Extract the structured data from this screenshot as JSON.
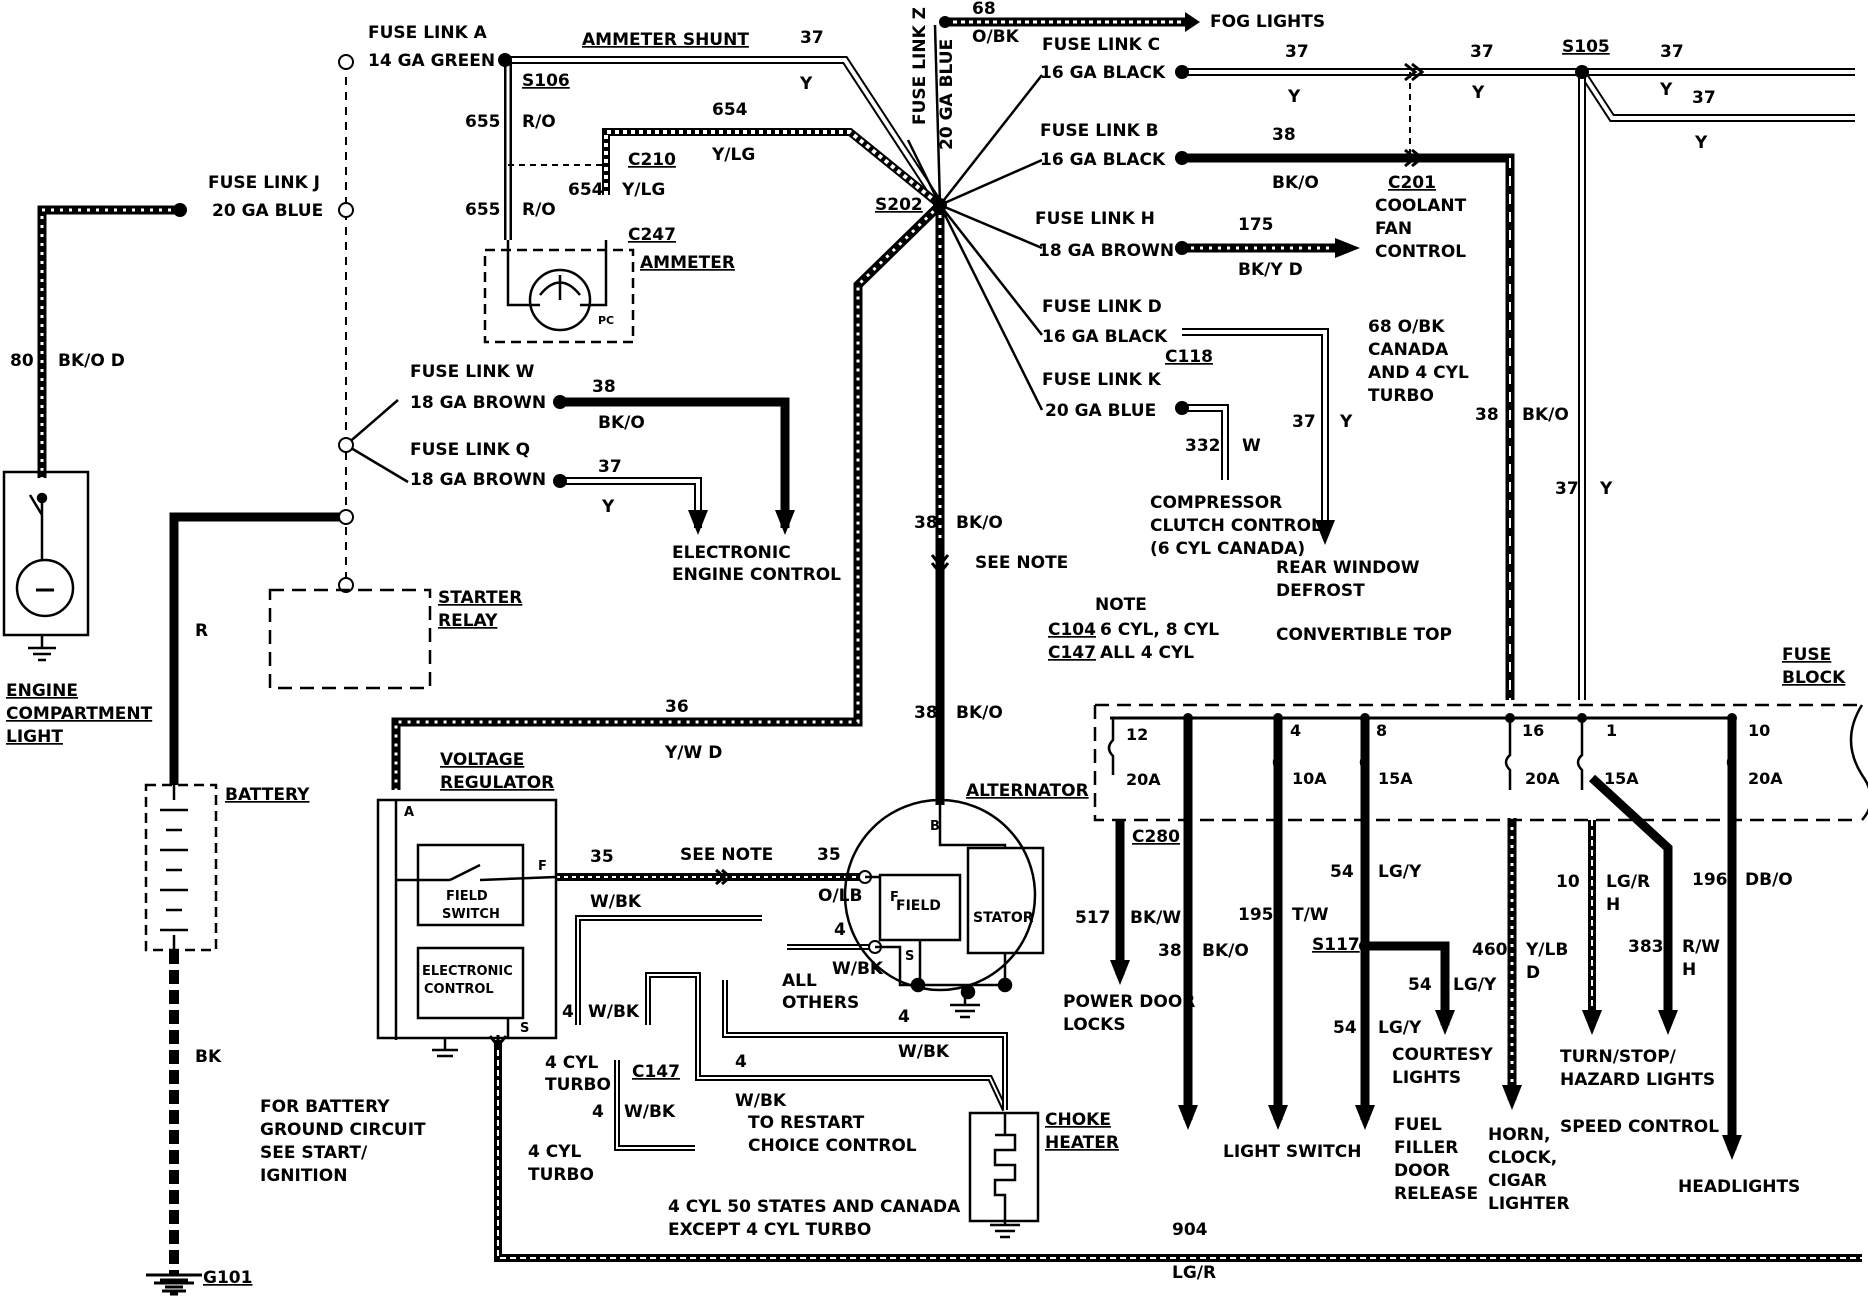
{
  "fuse_links_left": {
    "a_name": "FUSE LINK A",
    "a_gauge": "14 GA GREEN",
    "j_name": "FUSE LINK J",
    "j_gauge": "20 GA BLUE",
    "w_name": "FUSE LINK W",
    "w_gauge": "18 GA BROWN",
    "q_name": "FUSE LINK Q",
    "q_gauge": "18 GA BROWN",
    "z_name": "FUSE LINK Z",
    "z_gauge": "20 GA BLUE"
  },
  "fuse_links_right": {
    "c_name": "FUSE LINK C",
    "c_gauge": "16 GA BLACK",
    "b_name": "FUSE LINK B",
    "b_gauge": "16 GA BLACK",
    "h_name": "FUSE LINK H",
    "h_gauge": "18 GA BROWN",
    "d_name": "FUSE LINK D",
    "d_gauge": "16 GA BLACK",
    "k_name": "FUSE LINK K",
    "k_gauge": "20 GA BLUE"
  },
  "components": {
    "ammeter_shunt": "AMMETER SHUNT",
    "ammeter": "AMMETER",
    "pc": "PC",
    "engine_light_1": "ENGINE",
    "engine_light_2": "COMPARTMENT",
    "engine_light_3": "LIGHT",
    "battery": "BATTERY",
    "starter_1": "STARTER",
    "starter_2": "RELAY",
    "eec_1": "ELECTRONIC",
    "eec_2": "ENGINE CONTROL",
    "vr_1": "VOLTAGE",
    "vr_2": "REGULATOR",
    "field_switch_1": "FIELD",
    "field_switch_2": "SWITCH",
    "electronic_control_1": "ELECTRONIC",
    "electronic_control_2": "CONTROL",
    "alternator": "ALTERNATOR",
    "field": "FIELD",
    "stator": "STATOR",
    "choke_1": "CHOKE",
    "choke_2": "HEATER",
    "fuse_block_1": "FUSE",
    "fuse_block_2": "BLOCK",
    "fog_lights": "FOG LIGHTS",
    "coolant_1": "COOLANT",
    "coolant_2": "FAN",
    "coolant_3": "CONTROL",
    "canada_1": "68 O/BK",
    "canada_2": "CANADA",
    "canada_3": "AND 4 CYL",
    "canada_4": "TURBO",
    "compressor_1": "COMPRESSOR",
    "compressor_2": "CLUTCH CONTROL",
    "compressor_3": "(6 CYL CANADA)",
    "rear_1": "REAR WINDOW",
    "rear_2": "DEFROST",
    "convertible": "CONVERTIBLE TOP",
    "see_note": "SEE NOTE",
    "note_title": "NOTE",
    "note_c104": "C104",
    "note_c104_text": "6 CYL, 8 CYL",
    "note_c147": "C147",
    "note_c147_text": "ALL 4 CYL",
    "all_others_1": "ALL",
    "all_others_2": "OTHERS",
    "turbo4_1": "4 CYL",
    "turbo4_2": "TURBO",
    "turbo4b_1": "4 CYL",
    "turbo4b_2": "TURBO",
    "restart_1": "TO RESTART",
    "restart_2": "CHOICE CONTROL",
    "states_1": "4 CYL 50 STATES AND CANADA",
    "states_2": "EXCEPT 4 CYL TURBO",
    "ground_1": "FOR BATTERY",
    "ground_2": "GROUND CIRCUIT",
    "ground_3": "SEE START/",
    "ground_4": "IGNITION",
    "power_door_1": "POWER DOOR",
    "power_door_2": "LOCKS",
    "light_switch": "LIGHT SWITCH",
    "courtesy_1": "COURTESY",
    "courtesy_2": "LIGHTS",
    "fuel_1": "FUEL",
    "fuel_2": "FILLER",
    "fuel_3": "DOOR",
    "fuel_4": "RELEASE",
    "horn_1": "HORN,",
    "horn_2": "CLOCK,",
    "horn_3": "CIGAR",
    "horn_4": "LIGHTER",
    "turn_1": "TURN/STOP/",
    "turn_2": "HAZARD LIGHTS",
    "speed_control": "SPEED CONTROL",
    "headlights": "HEADLIGHTS"
  },
  "connectors": {
    "s106": "S106",
    "c210": "C210",
    "c247": "C247",
    "s202": "S202",
    "s105": "S105",
    "c201": "C201",
    "c118": "C118",
    "c280": "C280",
    "s117": "S117",
    "c147": "C147",
    "g101": "G101"
  },
  "wires": {
    "w37": "37",
    "wy": "Y",
    "w654": "654",
    "wylg": "Y/LG",
    "w655": "655",
    "wro": "R/O",
    "w68": "68",
    "wobk": "O/BK",
    "w38": "38",
    "wbko": "BK/O",
    "w175": "175",
    "wbkyd": "BK/Y D",
    "w332": "332",
    "ww": "W",
    "w80": "80",
    "wbkod": "BK/O D",
    "wr": "R",
    "wbk": "BK",
    "w36": "36",
    "wywd": "Y/W D",
    "w35": "35",
    "wwbk": "W/BK",
    "wolb": "O/LB",
    "w4": "4",
    "w904": "904",
    "wlgr": "LG/R",
    "w517": "517",
    "wbkw": "BK/W",
    "w195": "195",
    "wtw": "T/W",
    "w54": "54",
    "wlgy": "LG/Y",
    "w460": "460",
    "wylb": "Y/LB",
    "wd": "D",
    "w10": "10",
    "wh": "H",
    "w383": "383",
    "wrw": "R/W",
    "w196": "196",
    "wdbo": "DB/O",
    "pin_a": "A",
    "pin_f": "F",
    "pin_s": "S",
    "pin_b": "B"
  },
  "fuses": {
    "f12": "12",
    "f12a": "20A",
    "f4": "4",
    "f4a": "10A",
    "f8": "8",
    "f8a": "15A",
    "f16": "16",
    "f16a": "20A",
    "f1": "1",
    "f1a": "15A",
    "f10": "10",
    "f10a": "20A"
  }
}
